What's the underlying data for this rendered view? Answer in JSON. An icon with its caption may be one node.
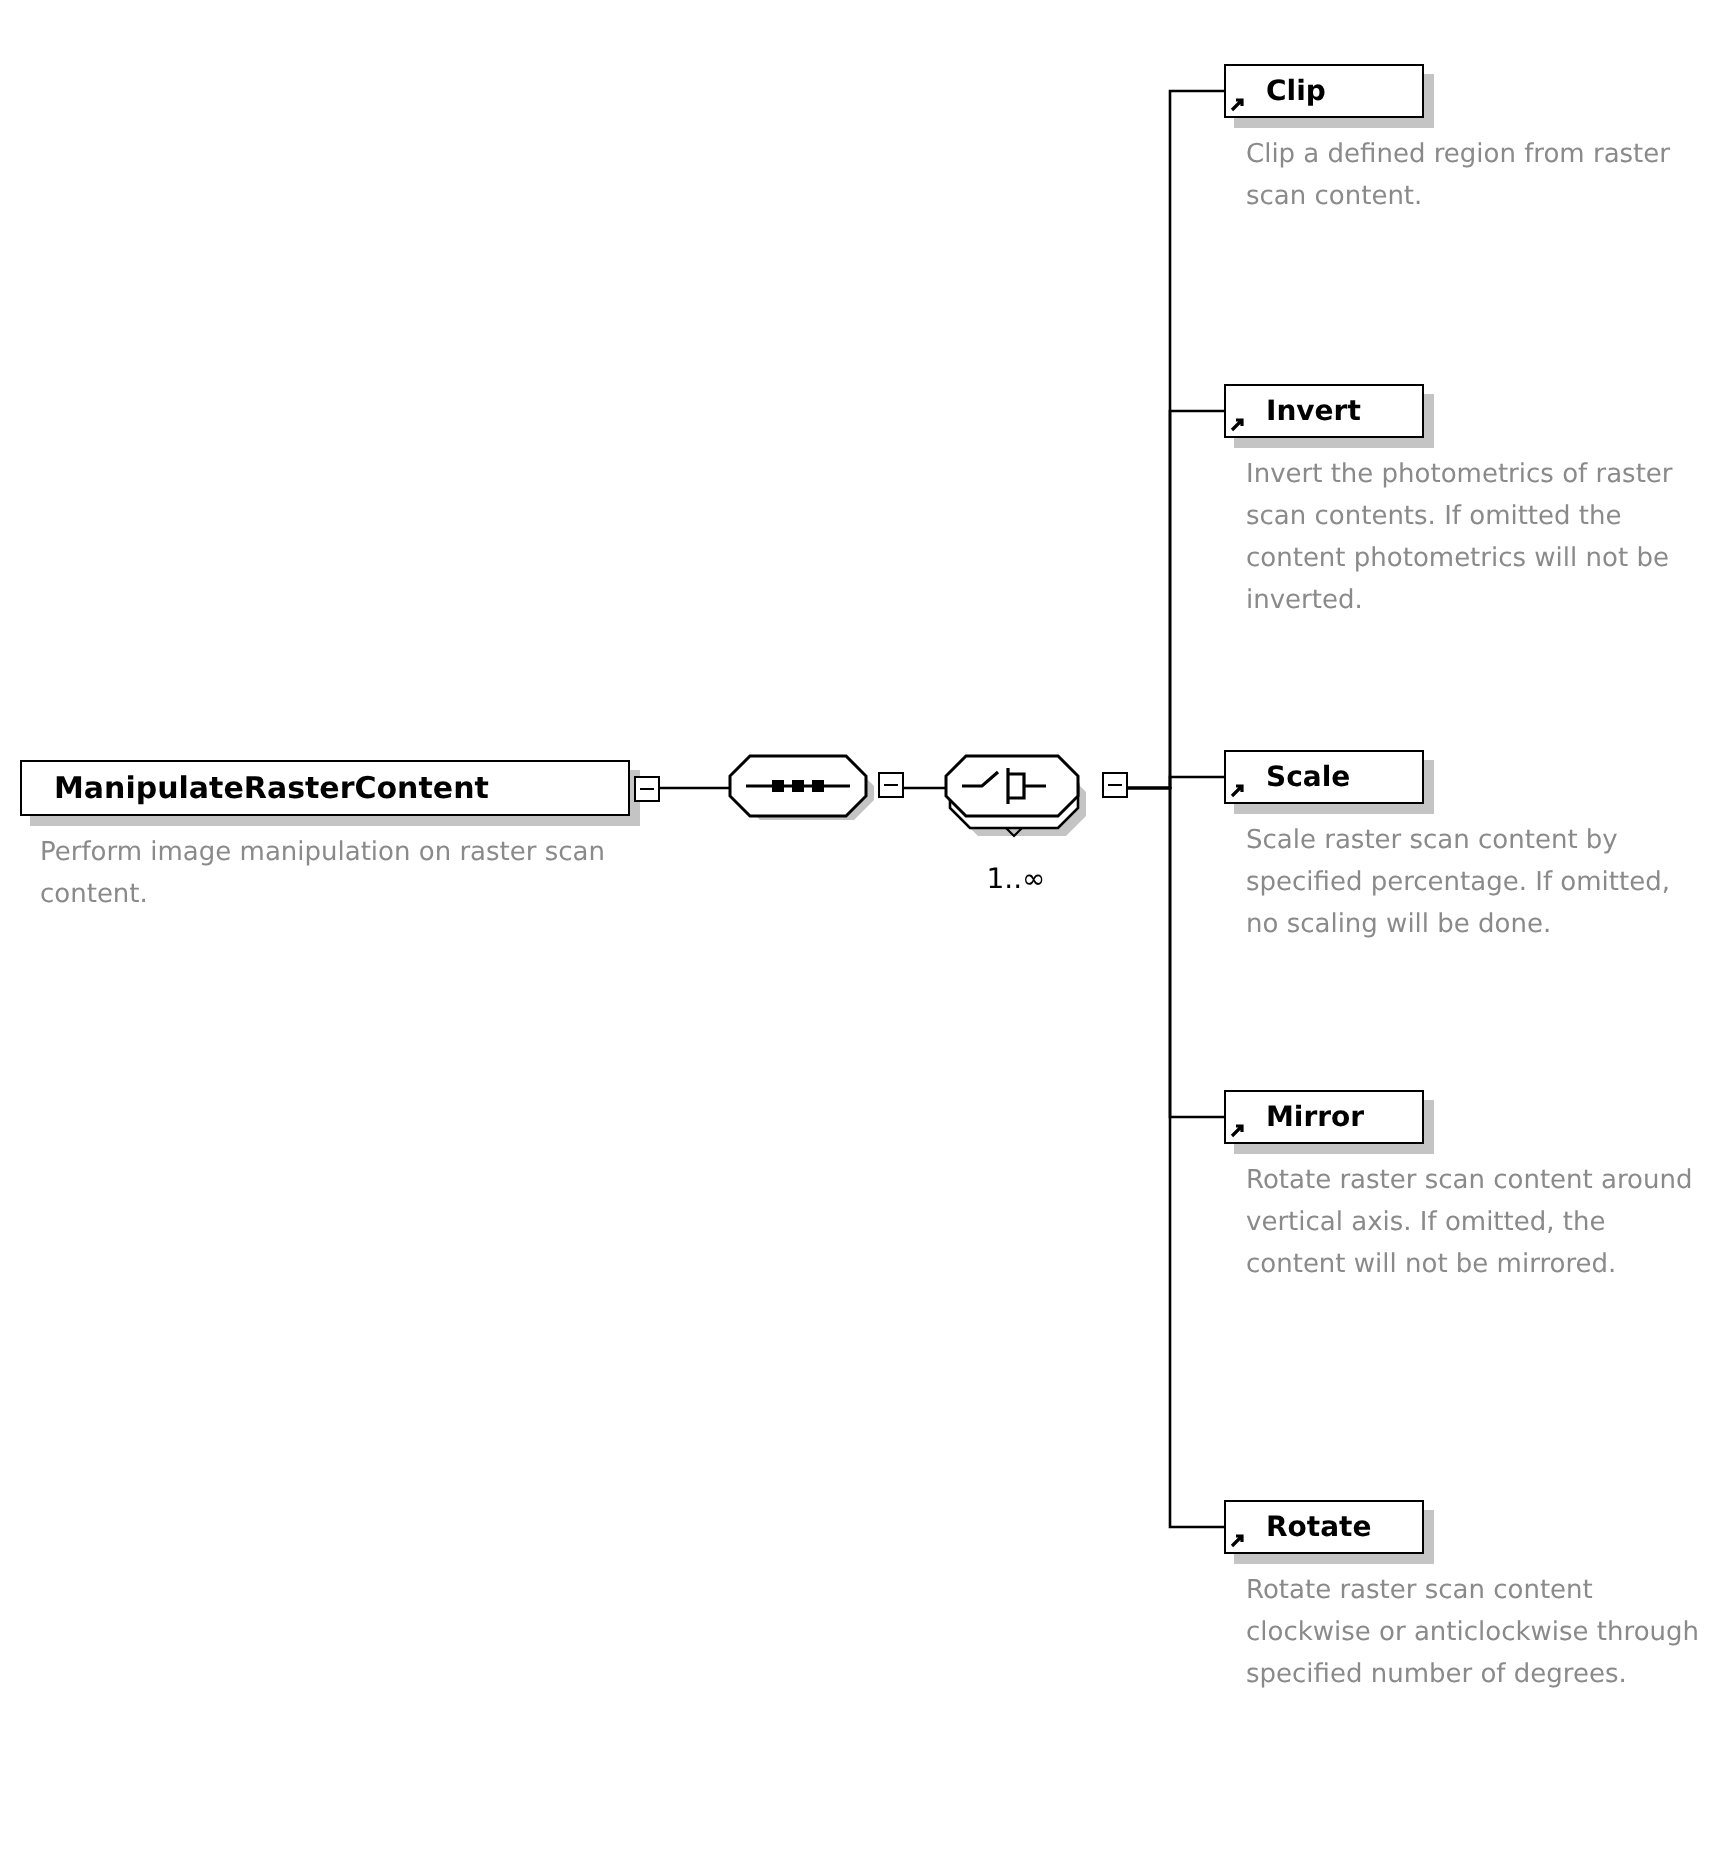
{
  "diagram": {
    "nodes": [
      {
        "text": [
          "ManipulateRasterContent"
        ],
        "beside": [
          "Perform image manipulation on raster scan content."
        ]
      },
      {
        "text": [],
        "shape": "hexagon"
      },
      {
        "text": [],
        "shape": "hexagon",
        "beside": [
          "1..∞"
        ]
      },
      {
        "text": [
          "Clip"
        ],
        "beside": [
          "Clip a defined region from raster scan content."
        ]
      },
      {
        "text": [
          "Invert"
        ],
        "beside": [
          "Invert the photometrics of raster scan contents. If omitted the content photometrics will not be inverted."
        ]
      },
      {
        "text": [
          "Scale"
        ],
        "beside": [
          "Scale raster scan content by specified percentage.  If omitted, no scaling will be done."
        ]
      },
      {
        "text": [
          "Mirror"
        ],
        "beside": [
          "Rotate raster scan content around vertical axis.  If omitted, the content will not be mirrored."
        ]
      },
      {
        "text": [
          "Rotate"
        ],
        "beside": [
          "Rotate raster scan content clockwise or anticlockwise through specified number of degrees."
        ]
      }
    ],
    "edges": [
      {
        "from": 0,
        "to": 1,
        "arrow": "none"
      },
      {
        "from": 1,
        "to": 2,
        "arrow": "none"
      },
      {
        "from": 2,
        "to": 3,
        "arrow": "none"
      },
      {
        "from": 2,
        "to": 4,
        "arrow": "none"
      },
      {
        "from": 2,
        "to": 5,
        "arrow": "none"
      },
      {
        "from": 2,
        "to": 6,
        "arrow": "none"
      },
      {
        "from": 2,
        "to": 7,
        "arrow": "none"
      }
    ]
  }
}
